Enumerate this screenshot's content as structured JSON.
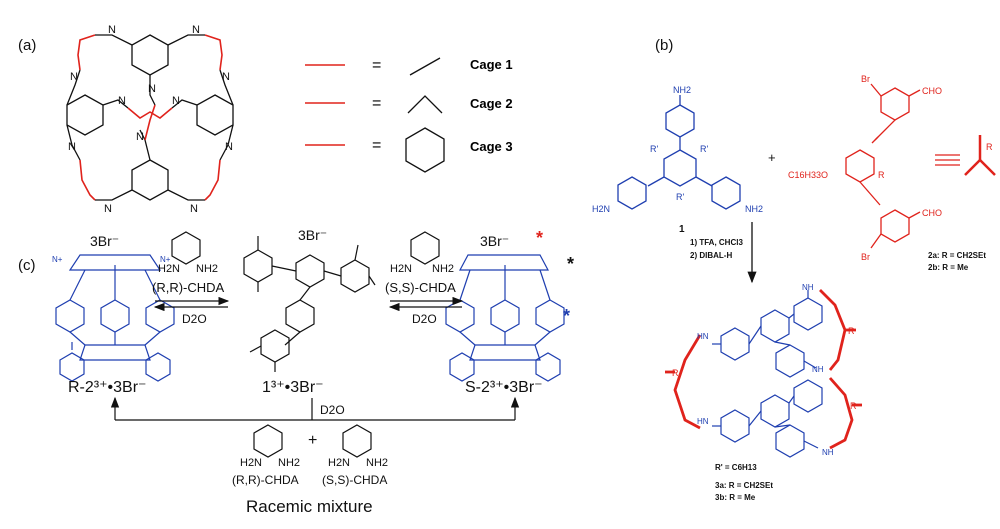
{
  "panel_a": {
    "label": "(a)",
    "legend": [
      {
        "text": "Cage 1"
      },
      {
        "text": "Cage 2"
      },
      {
        "text": "Cage 3"
      }
    ],
    "equals": "=",
    "atom_N": "N"
  },
  "panel_b": {
    "label": "(b)",
    "plus": "+",
    "compound_1": "1",
    "nh2": "NH2",
    "h2n": "H2N",
    "r_prime_group": "R'",
    "r_group": "R",
    "br": "Br",
    "cho": "CHO",
    "alkoxy": "C16H33O",
    "compound_2a": "2a: R = CH2SEt",
    "compound_2b": "2b: R = Me",
    "step1": "1) TFA, CHCl3",
    "step2": "2) DIBAL-H",
    "nh": "NH",
    "hn": "HN",
    "r_prime_def": "R' = C6H13",
    "compound_3a": "3a: R = CH2SEt",
    "compound_3b": "3b: R = Me"
  },
  "panel_c": {
    "label": "(c)",
    "counterion": "3Br⁻",
    "chda_rr": "(R,R)-CHDA",
    "chda_ss": "(S,S)-CHDA",
    "solvent": "D2O",
    "compound_left": "R-2³⁺•3Br⁻",
    "compound_center": "1³⁺•3Br⁻",
    "compound_right": "S-2³⁺•3Br⁻",
    "plus": "+",
    "racemic": "Racemic mixture",
    "nh2": "NH2",
    "h2n": "H2N",
    "n_plus": "N+",
    "star": "*"
  },
  "colors": {
    "red": "#e0231c",
    "blue": "#1f3fb0",
    "black": "#111111"
  }
}
